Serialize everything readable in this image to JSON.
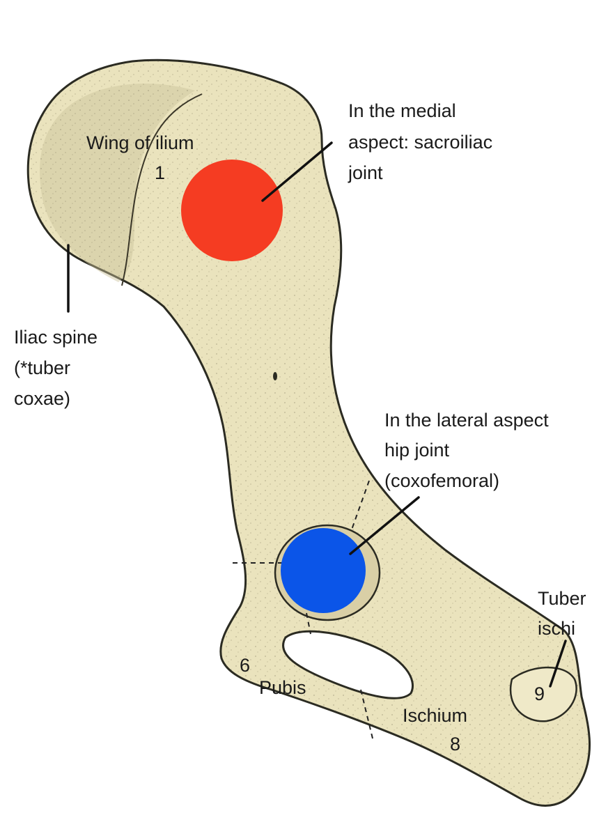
{
  "colors": {
    "bone": "#eae3bd",
    "outline": "#2b2b22",
    "sacroiliac_marker": "#f53c22",
    "hip_marker": "#0b55e8",
    "text": "#1a1a1a"
  },
  "labels": {
    "wing_of_ilium": "Wing of ilium",
    "num_1": "1",
    "iliac_spine": [
      "Iliac spine",
      "(*tuber",
      "coxae)"
    ],
    "medial_aspect": [
      "In the medial",
      "aspect: sacroiliac",
      "joint"
    ],
    "lateral_aspect": [
      "In the lateral aspect",
      "hip joint",
      "(coxofemoral)"
    ],
    "num_6": "6",
    "pubis": "Pubis",
    "ischium": "Ischium",
    "num_8": "8",
    "tuber_ischi": [
      "Tuber",
      "ischi"
    ],
    "num_9": "9"
  },
  "markers": [
    {
      "name": "sacroiliac-joint-marker",
      "color": "#f53c22"
    },
    {
      "name": "hip-joint-marker",
      "color": "#0b55e8"
    }
  ]
}
